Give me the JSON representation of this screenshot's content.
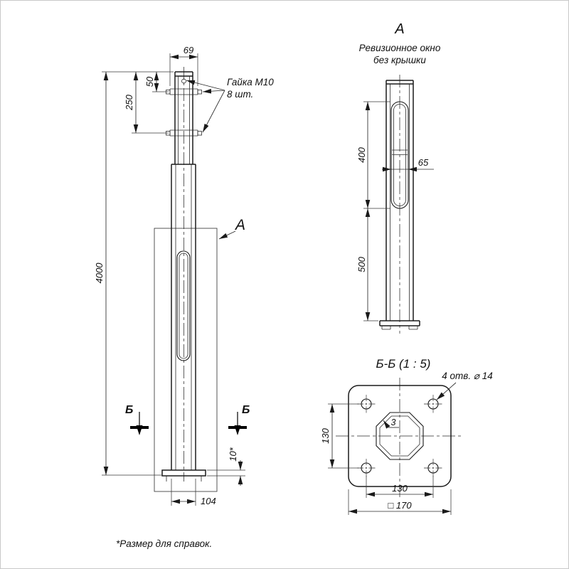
{
  "note": "*Размер для справок.",
  "main_view": {
    "view_label": "А",
    "section_letter": "Б",
    "nut_note_line1": "Гайка М10",
    "nut_note_line2": "8 шт.",
    "dim_top_width": "69",
    "dim_bolt_offset": "50",
    "dim_bracket_offset": "250",
    "dim_total_height": "4000",
    "dim_base_width": "104",
    "dim_plate_thickness": "10*"
  },
  "view_a": {
    "title": "А",
    "caption_line1": "Ревизионное окно",
    "caption_line2": "без крышки",
    "dim_window_height": "400",
    "dim_window_width": "65",
    "dim_lower_offset": "500"
  },
  "section_bb": {
    "title": "Б-Б (1 : 5)",
    "holes_note": "4 отв. ⌀ 14",
    "dim_hole_pitch_v": "130",
    "dim_hole_pitch_h": "130",
    "dim_plate_size": "□ 170",
    "dim_wall": "3"
  }
}
